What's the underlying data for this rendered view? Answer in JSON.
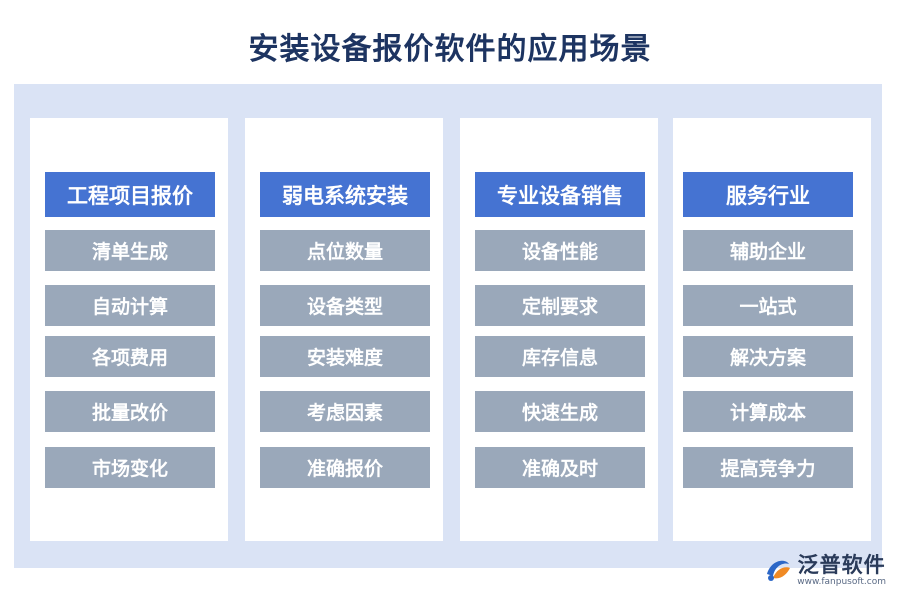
{
  "title": "安装设备报价软件的应用场景",
  "columns": [
    {
      "header": "工程项目报价",
      "items": [
        "清单生成",
        "自动计算",
        "各项费用",
        "批量改价",
        "市场变化"
      ]
    },
    {
      "header": "弱电系统安装",
      "items": [
        "点位数量",
        "设备类型",
        "安装难度",
        "考虑因素",
        "准确报价"
      ]
    },
    {
      "header": "专业设备销售",
      "items": [
        "设备性能",
        "定制要求",
        "库存信息",
        "快速生成",
        "准确及时"
      ]
    },
    {
      "header": "服务行业",
      "items": [
        "辅助企业",
        "一站式",
        "解决方案",
        "计算成本",
        "提高竞争力"
      ]
    }
  ],
  "logo": {
    "name": "泛普软件",
    "url": "www.fanpusoft.com"
  },
  "colors": {
    "title": "#1d3461",
    "frame": "#dae3f5",
    "header": "#4573d2",
    "item": "#9aa8ba"
  }
}
